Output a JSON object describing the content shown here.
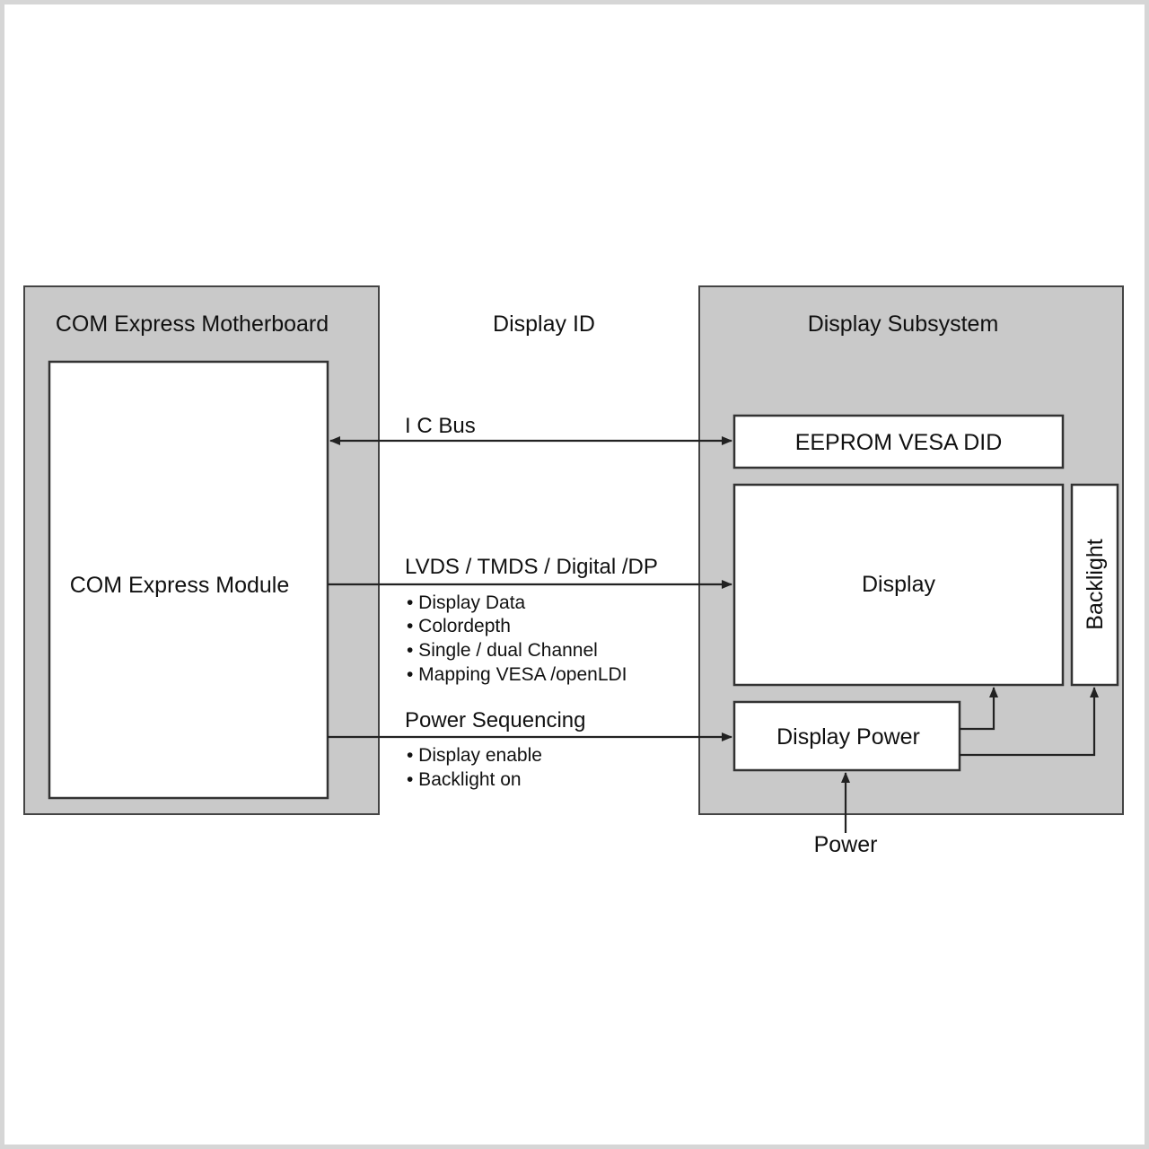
{
  "left_panel": {
    "title": "COM Express Motherboard",
    "module_label": "COM Express Module"
  },
  "center": {
    "title": "Display ID",
    "i2c_bus": "I C Bus",
    "video_bus": "LVDS / TMDS / Digital /DP",
    "video_bullets": [
      "• Display Data",
      "• Colordepth",
      "• Single / dual Channel",
      "• Mapping VESA /openLDI"
    ],
    "power_seq": "Power Sequencing",
    "power_bullets": [
      "• Display enable",
      "• Backlight on"
    ]
  },
  "right_panel": {
    "title": "Display Subsystem",
    "eeprom": "EEPROM VESA DID",
    "display": "Display",
    "backlight": "Backlight",
    "display_power": "Display Power"
  },
  "power_input": "Power"
}
